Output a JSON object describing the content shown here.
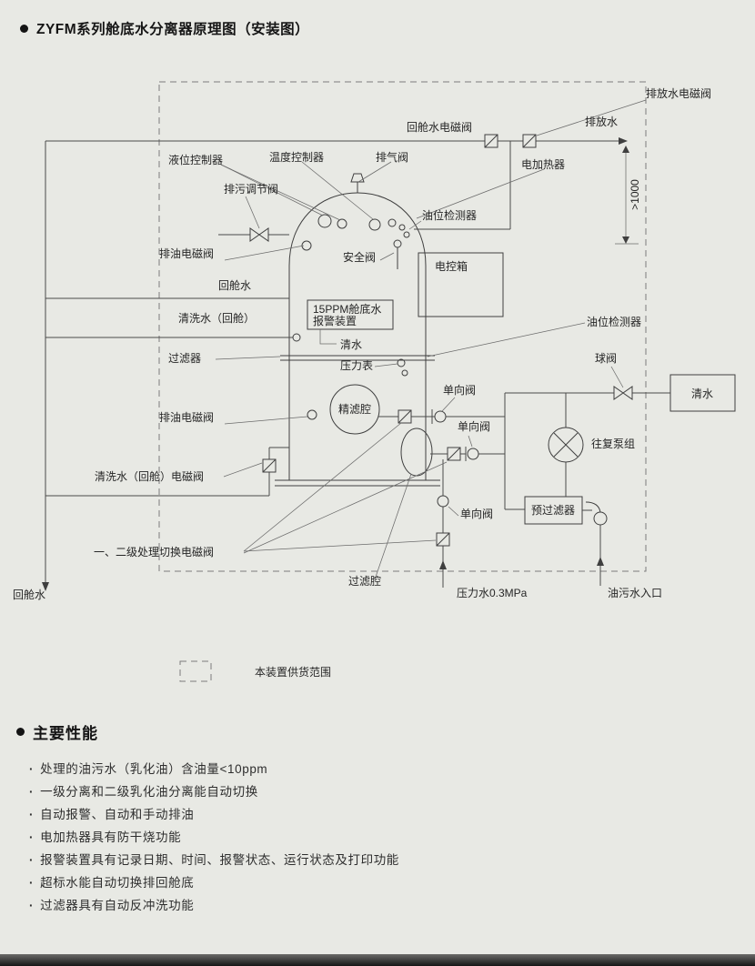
{
  "title": "ZYFM系列舱底水分离器原理图（安装图）",
  "diagram": {
    "labels": {
      "drain_solenoid": "排放水电磁阀",
      "return_solenoid": "回舱水电磁阀",
      "drain_water": "排放水",
      "dimension": ">1000",
      "level_controller": "液位控制器",
      "temp_controller": "温度控制器",
      "vent_valve": "排气阀",
      "heater": "电加热器",
      "sewage_valve": "排污调节阀",
      "oil_detector_top": "油位检测器",
      "oil_drain_solenoid_1": "排油电磁阀",
      "safety_valve": "安全阀",
      "control_box": "电控箱",
      "return_water": "回舱水",
      "alarm_line1": "15PPM舱底水",
      "alarm_line2": "报警装置",
      "wash_water": "清洗水（回舱）",
      "clean_water": "清水",
      "filter": "过滤器",
      "pressure_gauge": "压力表",
      "oil_detector_right": "油位检测器",
      "ball_valve": "球阀",
      "clean_water_box": "清水",
      "fine_chamber": "精滤腔",
      "check_valve_1": "单向阀",
      "check_valve_2": "单向阀",
      "check_valve_3": "单向阀",
      "oil_drain_solenoid_2": "排油电磁阀",
      "pump": "往复泵组",
      "wash_solenoid": "清洗水（回舱）电磁阀",
      "prefilter": "预过滤器",
      "switch_solenoid": "一、二级处理切换电磁阀",
      "filter_chamber": "过滤腔",
      "return_water_bottom": "回舱水",
      "pressure_water": "压力水0.3MPa",
      "oily_water_inlet": "油污水入口"
    },
    "legend_label": "本装置供货范围"
  },
  "features": {
    "heading": "主要性能",
    "items": [
      "处理的油污水（乳化油）含油量<10ppm",
      "一级分离和二级乳化油分离能自动切换",
      "自动报警、自动和手动排油",
      "电加热器具有防干烧功能",
      "报警装置具有记录日期、时间、报警状态、运行状态及打印功能",
      "超标水能自动切换排回舱底",
      "过滤器具有自动反冲洗功能"
    ]
  }
}
